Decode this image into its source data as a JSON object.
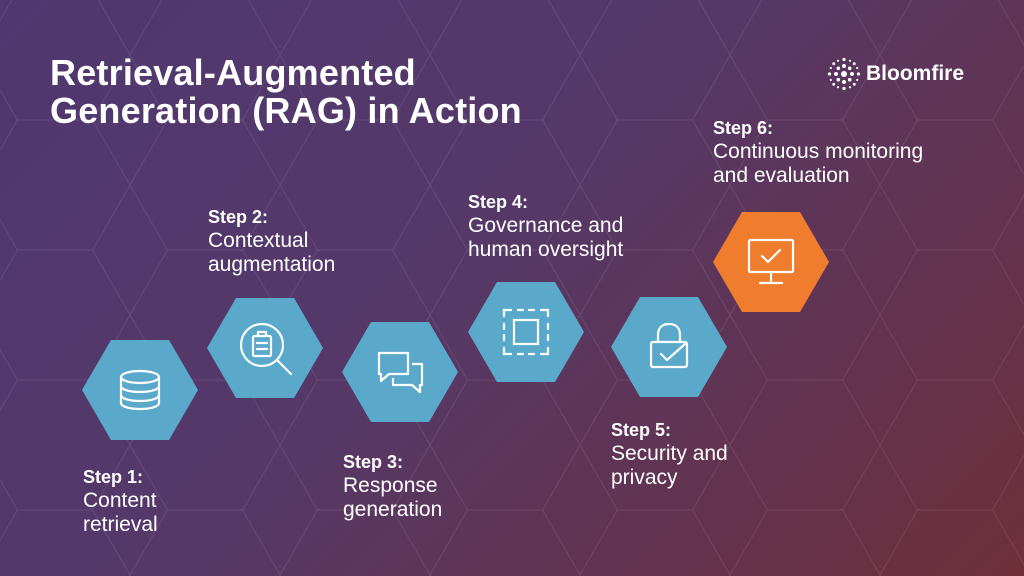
{
  "title": {
    "line1": "Retrieval-Augmented",
    "line2": "Generation (RAG) in Action"
  },
  "logo": {
    "text": "Bloomfire"
  },
  "colors": {
    "hex_default": "#5aa9cb",
    "hex_highlight": "#ef7d2d",
    "icon_stroke": "#ffffff"
  },
  "steps": [
    {
      "number": "Step 1:",
      "line1": "Content",
      "line2": "retrieval",
      "icon": "database-icon"
    },
    {
      "number": "Step 2:",
      "line1": "Contextual",
      "line2": "augmentation",
      "icon": "search-document-icon"
    },
    {
      "number": "Step 3:",
      "line1": "Response",
      "line2": "generation",
      "icon": "chat-bubbles-icon"
    },
    {
      "number": "Step 4:",
      "line1": "Governance and",
      "line2": "human oversight",
      "icon": "frame-focus-icon"
    },
    {
      "number": "Step 5:",
      "line1": "Security and",
      "line2": "privacy",
      "icon": "lock-check-icon"
    },
    {
      "number": "Step 6:",
      "line1": "Continuous monitoring",
      "line2": "and evaluation",
      "icon": "monitor-check-icon"
    }
  ]
}
